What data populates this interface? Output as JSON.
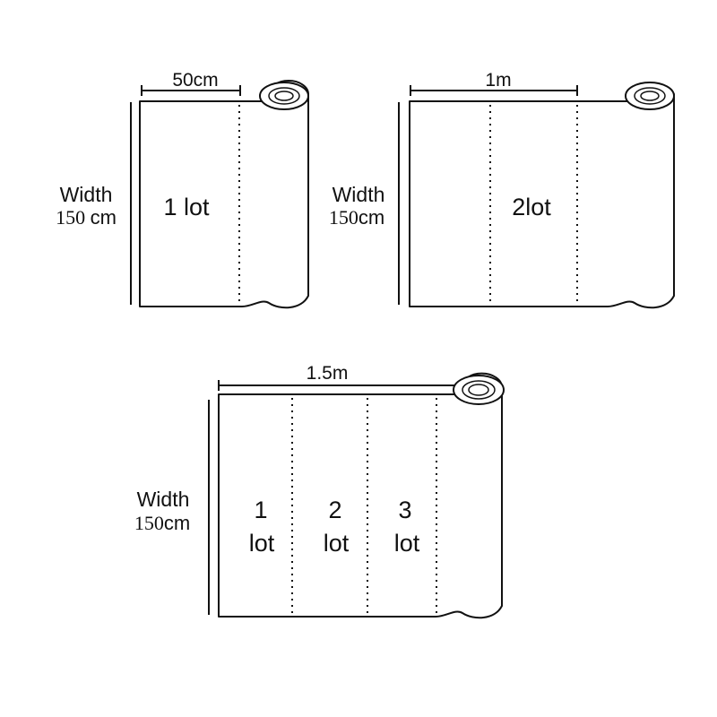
{
  "colors": {
    "ink": "#111111",
    "background": "#ffffff"
  },
  "panels": [
    {
      "length_label": "50cm",
      "width_word": "Width",
      "width_number": "150 ",
      "width_unit": "cm",
      "lots": [
        {
          "line1": "1 lot",
          "line2": ""
        }
      ]
    },
    {
      "length_label": "1m",
      "width_word": "Width",
      "width_number": "150",
      "width_unit": "cm",
      "lots": [
        {
          "line1": "",
          "line2": ""
        },
        {
          "line1": "2lot",
          "line2": ""
        }
      ]
    },
    {
      "length_label": "1.5m",
      "width_word": "Width",
      "width_number": "150",
      "width_unit": "cm",
      "lots": [
        {
          "line1": "1",
          "line2": "lot"
        },
        {
          "line1": "2",
          "line2": "lot"
        },
        {
          "line1": "3",
          "line2": "lot"
        }
      ]
    }
  ]
}
